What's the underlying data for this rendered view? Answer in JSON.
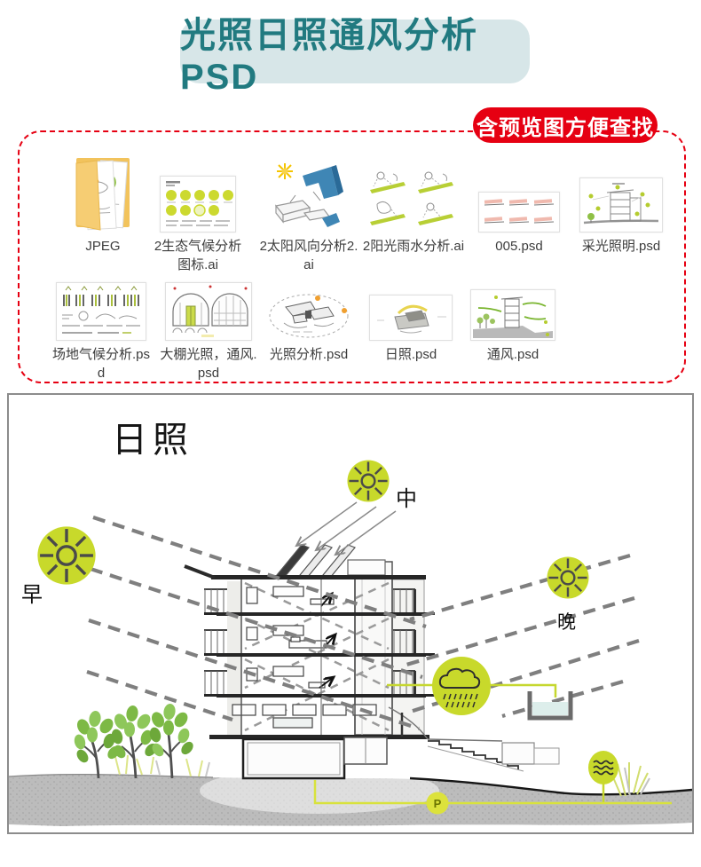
{
  "header": {
    "title": "光照日照通风分析PSD",
    "badge": "含预览图方便查找"
  },
  "colors": {
    "title_text": "#217a80",
    "title_bg": "#d7e6e8",
    "accent_red": "#e60012",
    "sun_green": "#c8d92b",
    "connector_yellow": "#d8e23c",
    "ground_gray": "#bcbcbc",
    "tree_green": "#7db945"
  },
  "files": {
    "row1": [
      {
        "name": "JPEG",
        "icon": "folder-icon"
      },
      {
        "name": "2生态气候分析图标.ai",
        "icon": "eco-icons-thumbnail"
      },
      {
        "name": "2太阳风向分析2.ai",
        "icon": "sun-wind-thumbnail"
      },
      {
        "name": "2阳光雨水分析.ai",
        "icon": "sun-rain-thumbnail"
      },
      {
        "name": "005.psd",
        "icon": "sections-thumbnail"
      },
      {
        "name": "采光照明.psd",
        "icon": "daylight-thumbnail"
      }
    ],
    "row2": [
      {
        "name": "场地气候分析.psd",
        "icon": "site-climate-thumbnail"
      },
      {
        "name": "大棚光照，通风.psd",
        "icon": "greenhouse-thumbnail"
      },
      {
        "name": "光照分析.psd",
        "icon": "light-analysis-thumbnail"
      },
      {
        "name": "日照.psd",
        "icon": "sunshine-thumbnail"
      },
      {
        "name": "通风.psd",
        "icon": "ventilation-thumbnail"
      }
    ]
  },
  "preview": {
    "title": "日照",
    "labels": {
      "morning": "早",
      "noon": "中",
      "evening": "晚",
      "parking": "P"
    }
  }
}
